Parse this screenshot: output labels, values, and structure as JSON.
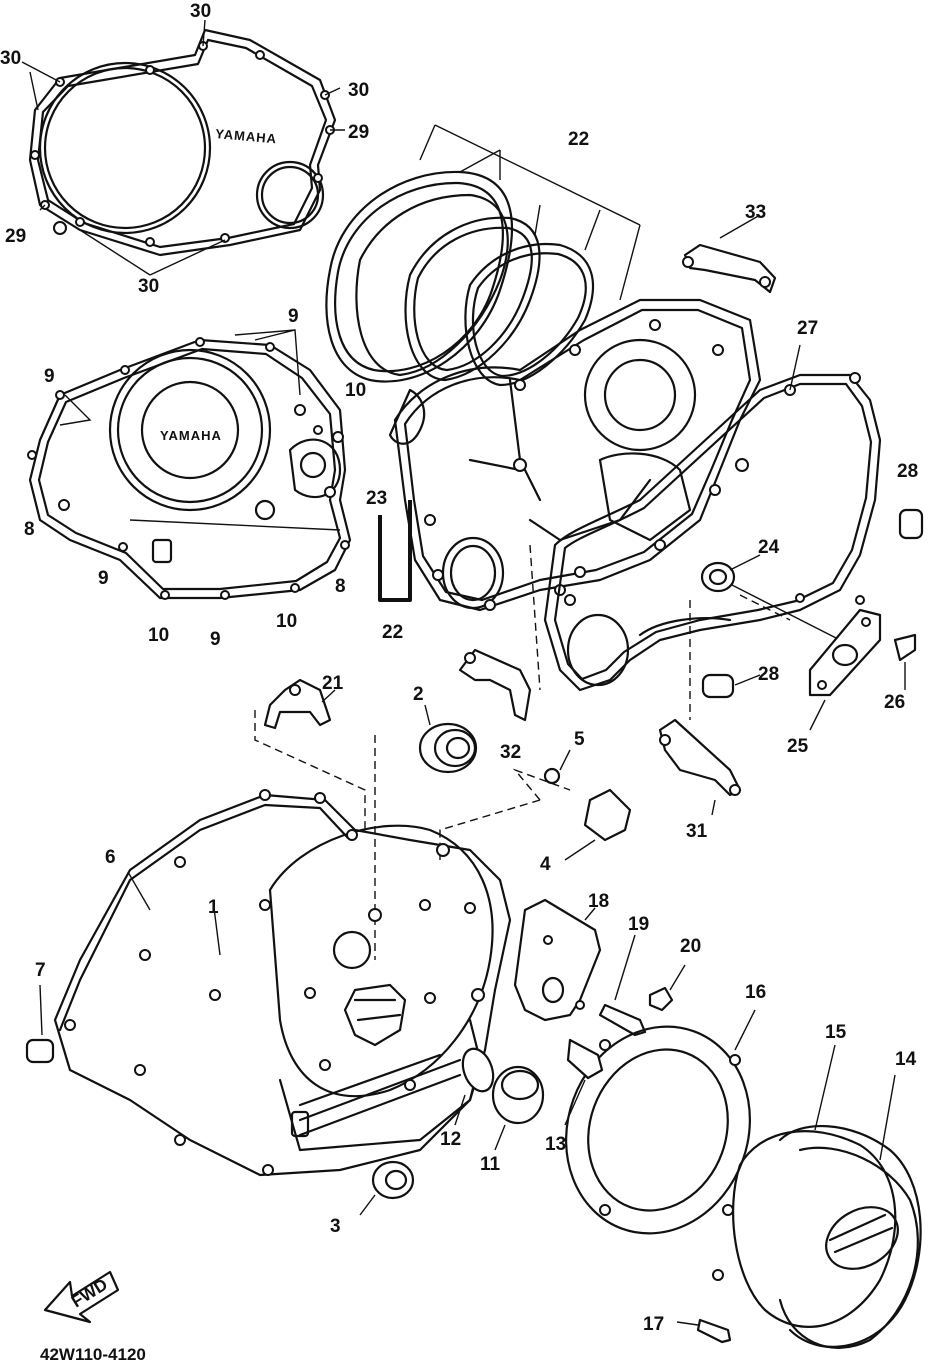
{
  "diagram": {
    "part_code": "42W110-4120",
    "front_arrow_label": "FWD",
    "brand_mark": "YAMAHA",
    "callouts": [
      {
        "id": "c30a",
        "text": "30"
      },
      {
        "id": "c30b",
        "text": "30"
      },
      {
        "id": "c30c",
        "text": "30"
      },
      {
        "id": "c29a",
        "text": "29"
      },
      {
        "id": "c29b",
        "text": "29"
      },
      {
        "id": "c30d",
        "text": "30"
      },
      {
        "id": "c22a",
        "text": "22"
      },
      {
        "id": "c33",
        "text": "33"
      },
      {
        "id": "c27",
        "text": "27"
      },
      {
        "id": "c9a",
        "text": "9"
      },
      {
        "id": "c9b",
        "text": "9"
      },
      {
        "id": "c10a",
        "text": "10"
      },
      {
        "id": "c8a",
        "text": "8"
      },
      {
        "id": "c9c",
        "text": "9"
      },
      {
        "id": "c8b",
        "text": "8"
      },
      {
        "id": "c10b",
        "text": "10"
      },
      {
        "id": "c9d",
        "text": "9"
      },
      {
        "id": "c10c",
        "text": "10"
      },
      {
        "id": "c23",
        "text": "23"
      },
      {
        "id": "c22b",
        "text": "22"
      },
      {
        "id": "c28a",
        "text": "28"
      },
      {
        "id": "c24",
        "text": "24"
      },
      {
        "id": "c26",
        "text": "26"
      },
      {
        "id": "c28b",
        "text": "28"
      },
      {
        "id": "c25",
        "text": "25"
      },
      {
        "id": "c21",
        "text": "21"
      },
      {
        "id": "c2",
        "text": "2"
      },
      {
        "id": "c32",
        "text": "32"
      },
      {
        "id": "c5",
        "text": "5"
      },
      {
        "id": "c31",
        "text": "31"
      },
      {
        "id": "c4",
        "text": "4"
      },
      {
        "id": "c6",
        "text": "6"
      },
      {
        "id": "c1",
        "text": "1"
      },
      {
        "id": "c18",
        "text": "18"
      },
      {
        "id": "c19",
        "text": "19"
      },
      {
        "id": "c20",
        "text": "20"
      },
      {
        "id": "c16",
        "text": "16"
      },
      {
        "id": "c15",
        "text": "15"
      },
      {
        "id": "c14",
        "text": "14"
      },
      {
        "id": "c7",
        "text": "7"
      },
      {
        "id": "c12",
        "text": "12"
      },
      {
        "id": "c11",
        "text": "11"
      },
      {
        "id": "c13",
        "text": "13"
      },
      {
        "id": "c3",
        "text": "3"
      },
      {
        "id": "c17",
        "text": "17"
      }
    ]
  }
}
